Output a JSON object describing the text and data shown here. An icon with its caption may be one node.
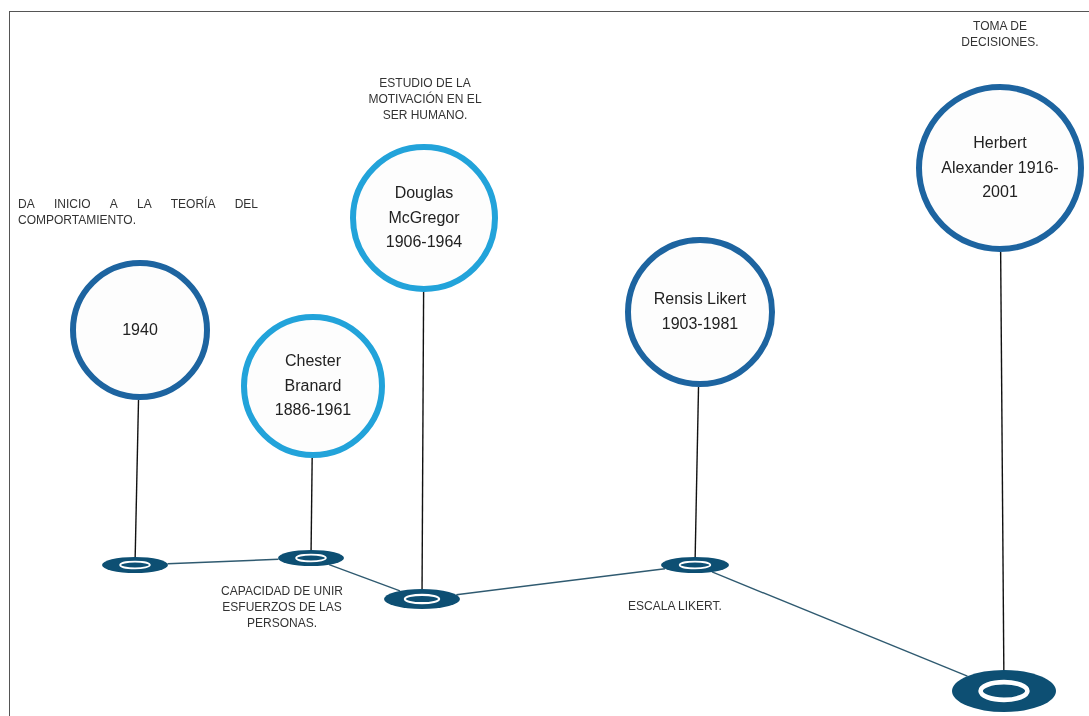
{
  "diagram": {
    "nodes": [
      {
        "text": [
          "1940"
        ]
      },
      {
        "text": [
          "Chester Branard 1886-1961"
        ]
      },
      {
        "text": [
          "Douglas McGregor 1906-1964"
        ],
        "beside": [
          "ESTUDIO DE LA MOTIVACIÓN EN EL SER HUMANO."
        ]
      },
      {
        "text": [
          "Rensis Likert 1903-1981"
        ]
      },
      {
        "text": [
          "Herbert Alexander 1916-2001"
        ],
        "beside": [
          "TOMA DE DECISIONES."
        ]
      },
      {
        "text": [],
        "shape": "ellipse"
      },
      {
        "text": [],
        "shape": "ellipse"
      },
      {
        "text": [],
        "shape": "ellipse"
      },
      {
        "text": [],
        "shape": "ellipse"
      },
      {
        "text": [],
        "shape": "ellipse"
      }
    ],
    "edges": [
      {
        "from": 0,
        "to": 5,
        "arrow": "none"
      },
      {
        "from": 1,
        "to": 6,
        "arrow": "none"
      },
      {
        "from": 2,
        "to": 7,
        "arrow": "none"
      },
      {
        "from": 3,
        "to": 8,
        "arrow": "none"
      },
      {
        "from": 4,
        "to": 9,
        "arrow": "none"
      },
      {
        "from": 5,
        "to": 6,
        "arrow": "none",
        "color": "#2f5a70"
      },
      {
        "from": 6,
        "to": 7,
        "arrow": "none",
        "color": "#2f5a70"
      },
      {
        "from": 7,
        "to": 8,
        "arrow": "none",
        "color": "#2f5a70"
      },
      {
        "from": 8,
        "to": 9,
        "arrow": "none",
        "color": "#2f5a70"
      }
    ],
    "labels": [
      "DA INICIO A LA TEORÍA DEL COMPORTAMIENTO.",
      "CAPACIDAD DE UNIR ESFUERZOS DE LAS PERSONAS.",
      "ESCALA LIKERT."
    ]
  }
}
